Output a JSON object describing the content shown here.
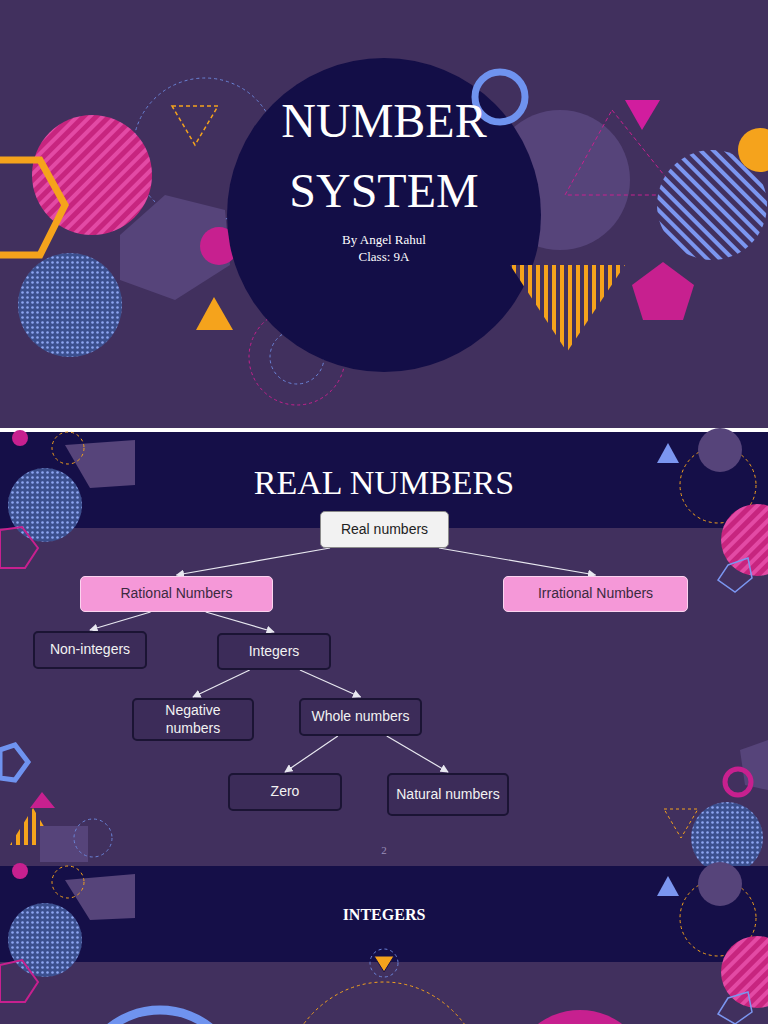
{
  "diagram": {
    "title": "NUMBER SYSTEM",
    "nodes": [
      {
        "text": [
          "Real numbers"
        ]
      },
      {
        "text": [
          "Rational Numbers"
        ]
      },
      {
        "text": [
          "Irrational Numbers"
        ]
      },
      {
        "text": [
          "Non-integers"
        ]
      },
      {
        "text": [
          "Integers"
        ]
      },
      {
        "text": [
          "Negative numbers"
        ]
      },
      {
        "text": [
          "Whole numbers"
        ]
      },
      {
        "text": [
          "Zero"
        ]
      },
      {
        "text": [
          "Natural numbers"
        ]
      }
    ],
    "edges": [
      {
        "from": 0,
        "to": 1,
        "arrow": "to"
      },
      {
        "from": 0,
        "to": 2,
        "arrow": "to"
      },
      {
        "from": 1,
        "to": 3,
        "arrow": "to"
      },
      {
        "from": 1,
        "to": 4,
        "arrow": "to"
      },
      {
        "from": 4,
        "to": 5,
        "arrow": "to"
      },
      {
        "from": 4,
        "to": 6,
        "arrow": "to"
      },
      {
        "from": 6,
        "to": 7,
        "arrow": "to"
      },
      {
        "from": 6,
        "to": 8,
        "arrow": "to"
      }
    ],
    "labels": [
      "By Angel Rahul",
      "Class: 9A",
      "REAL NUMBERS",
      "2",
      "INTEGERS"
    ]
  }
}
